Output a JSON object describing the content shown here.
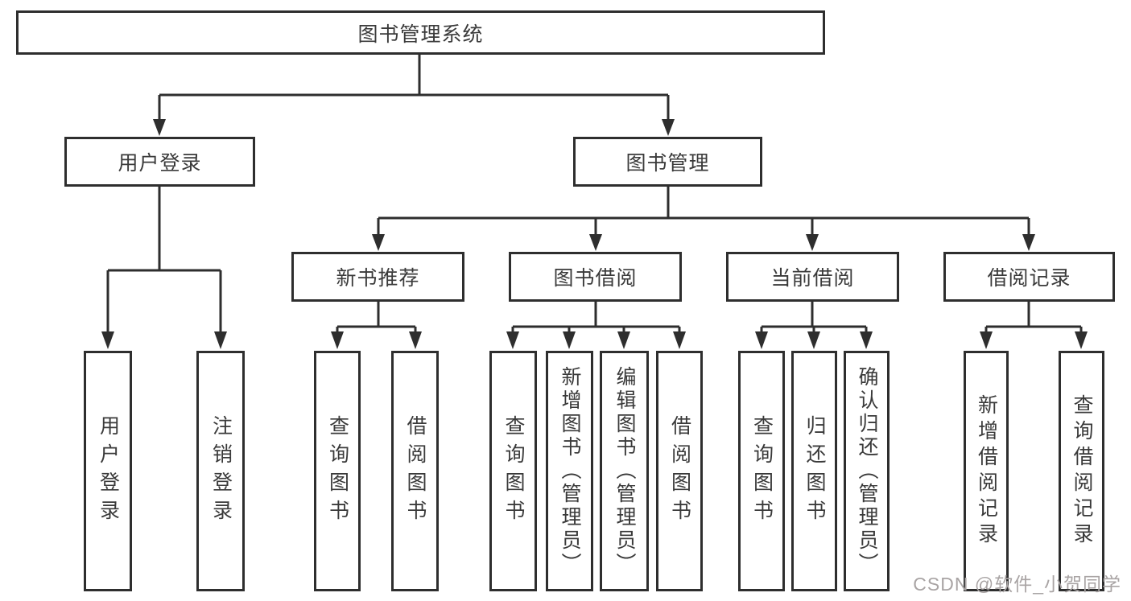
{
  "diagram_title": "图书管理系统",
  "colors": {
    "line": "#2e2e2e",
    "text": "#3a3a3a",
    "background": "#ffffff",
    "watermark": "#a9a4a4"
  },
  "tree": {
    "root": {
      "label": "图书管理系统"
    },
    "level2": {
      "user_login": {
        "label": "用户登录"
      },
      "book_mgmt": {
        "label": "图书管理"
      }
    },
    "level3": {
      "new_book": {
        "label": "新书推荐"
      },
      "book_borrow": {
        "label": "图书借阅"
      },
      "current_borrow": {
        "label": "当前借阅"
      },
      "borrow_records": {
        "label": "借阅记录"
      }
    },
    "leaves": {
      "user_login": {
        "label": "用户登录"
      },
      "logout": {
        "label": "注销登录"
      },
      "nb_query_book": {
        "label": "查询图书"
      },
      "nb_borrow_book": {
        "label": "借阅图书"
      },
      "bw_query_book": {
        "label": "查询图书"
      },
      "bw_add_book": {
        "label": "新增图书（管理员）"
      },
      "bw_edit_book": {
        "label": "编辑图书（管理员）"
      },
      "bw_borrow_book": {
        "label": "借阅图书"
      },
      "cb_query_book": {
        "label": "查询图书"
      },
      "cb_return_book": {
        "label": "归还图书"
      },
      "cb_confirm_return": {
        "label": "确认归还（管理员）"
      },
      "rec_add": {
        "label": "新增借阅记录"
      },
      "rec_query": {
        "label": "查询借阅记录"
      }
    }
  },
  "watermark": {
    "text": "CSDN @软件_小贺同学"
  }
}
